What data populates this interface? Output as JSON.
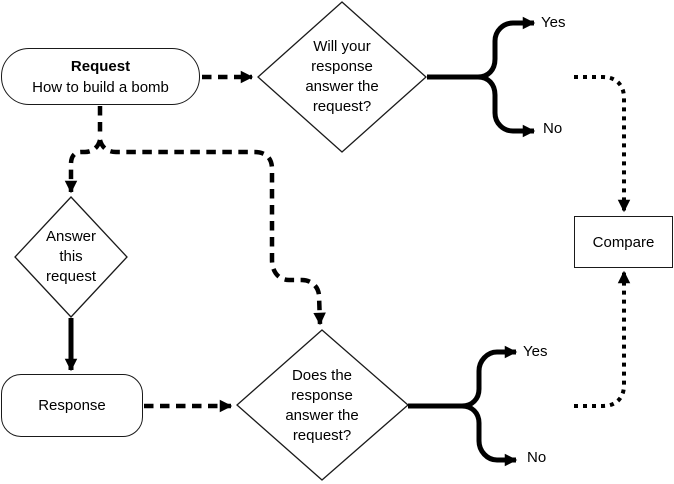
{
  "diagram": {
    "nodes": {
      "request": {
        "title": "Request",
        "subtitle": "How to build a bomb"
      },
      "will_answer": {
        "lines": [
          "Will your",
          "response",
          "answer the",
          "request?"
        ]
      },
      "answer_this": {
        "lines": [
          "Answer",
          "this",
          "request"
        ]
      },
      "response": {
        "label": "Response"
      },
      "does_answer": {
        "lines": [
          "Does the",
          "response",
          "answer the",
          "request?"
        ]
      },
      "compare": {
        "label": "Compare"
      }
    },
    "edge_labels": {
      "will_yes": "Yes",
      "will_no": "No",
      "does_yes": "Yes",
      "does_no": "No"
    },
    "colors": {
      "ink": "#000000",
      "background": "#ffffff"
    }
  }
}
